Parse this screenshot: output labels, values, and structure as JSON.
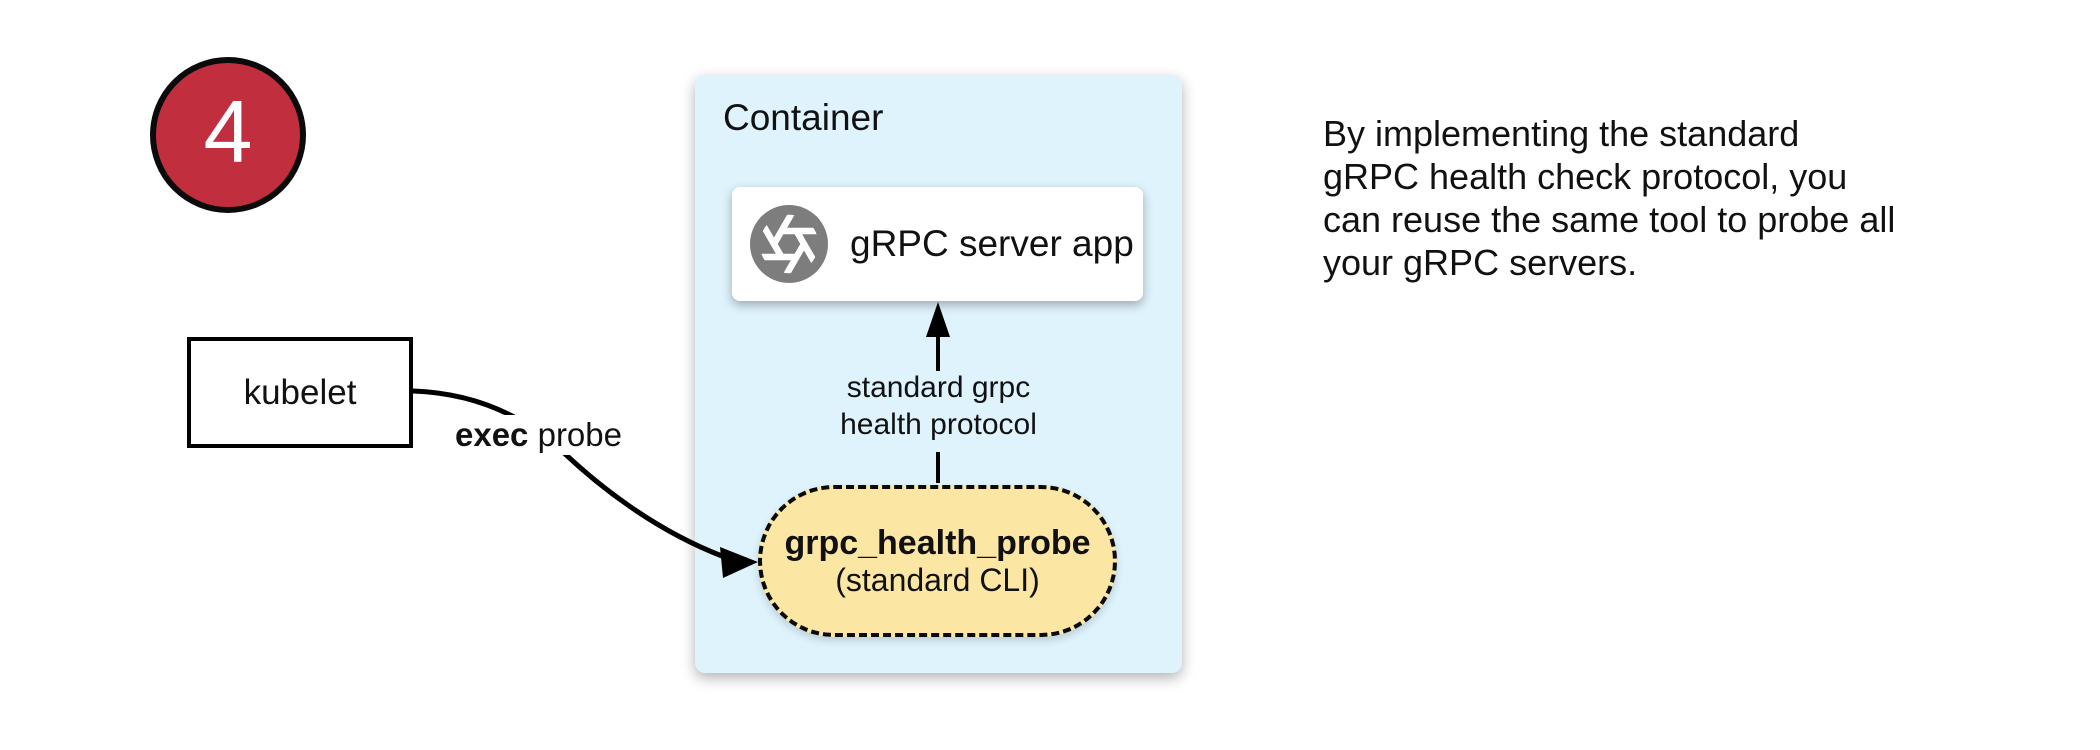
{
  "colors": {
    "badge_red": "#c12f3f",
    "container_bg": "#def3fc",
    "pill_yellow": "#fbe7a3",
    "icon_gray": "#7d7d7d",
    "ink": "#111111"
  },
  "badge": {
    "number": "4"
  },
  "kubelet": {
    "label": "kubelet"
  },
  "exec_probe": {
    "bold": "exec",
    "regular": " probe"
  },
  "container": {
    "title": "Container",
    "server_app": {
      "label": "gRPC server app",
      "icon": "aperture-icon"
    },
    "protocol": {
      "line1": "standard grpc",
      "line2": "health protocol"
    },
    "probe": {
      "name": "grpc_health_probe",
      "subtitle": "(standard CLI)"
    }
  },
  "note": {
    "lines": [
      "By implementing the standard",
      "gRPC health check protocol, you",
      "can reuse the same tool to probe all",
      "your gRPC servers."
    ]
  }
}
